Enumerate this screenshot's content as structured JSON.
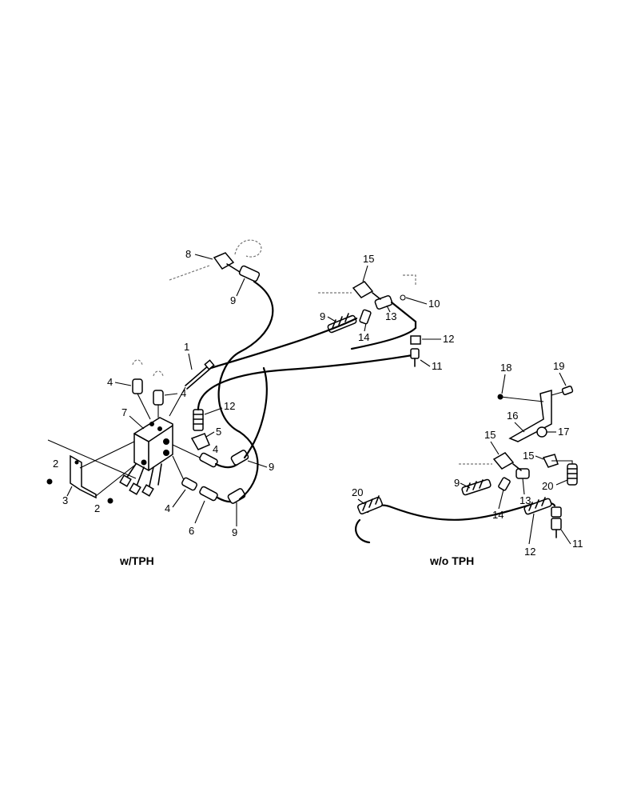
{
  "callouts": {
    "n1": "1",
    "n2a": "2",
    "n2b": "2",
    "n3": "3",
    "n4a": "4",
    "n4b": "4",
    "n4c": "4",
    "n4d": "4",
    "n5": "5",
    "n6": "6",
    "n7": "7",
    "n8": "8",
    "n9a": "9",
    "n9b": "9",
    "n9c": "9",
    "n9d": "9",
    "n9e": "9",
    "n10": "10",
    "n11a": "11",
    "n11b": "11",
    "n12a": "12",
    "n12b": "12",
    "n12c": "12",
    "n13a": "13",
    "n13b": "13",
    "n14a": "14",
    "n14b": "14",
    "n15a": "15",
    "n15b": "15",
    "n15c": "15",
    "n16": "16",
    "n17": "17",
    "n18": "18",
    "n19": "19",
    "n20a": "20",
    "n20b": "20"
  },
  "captions": {
    "with_tph": "w/TPH",
    "without_tph": "w/o TPH"
  }
}
